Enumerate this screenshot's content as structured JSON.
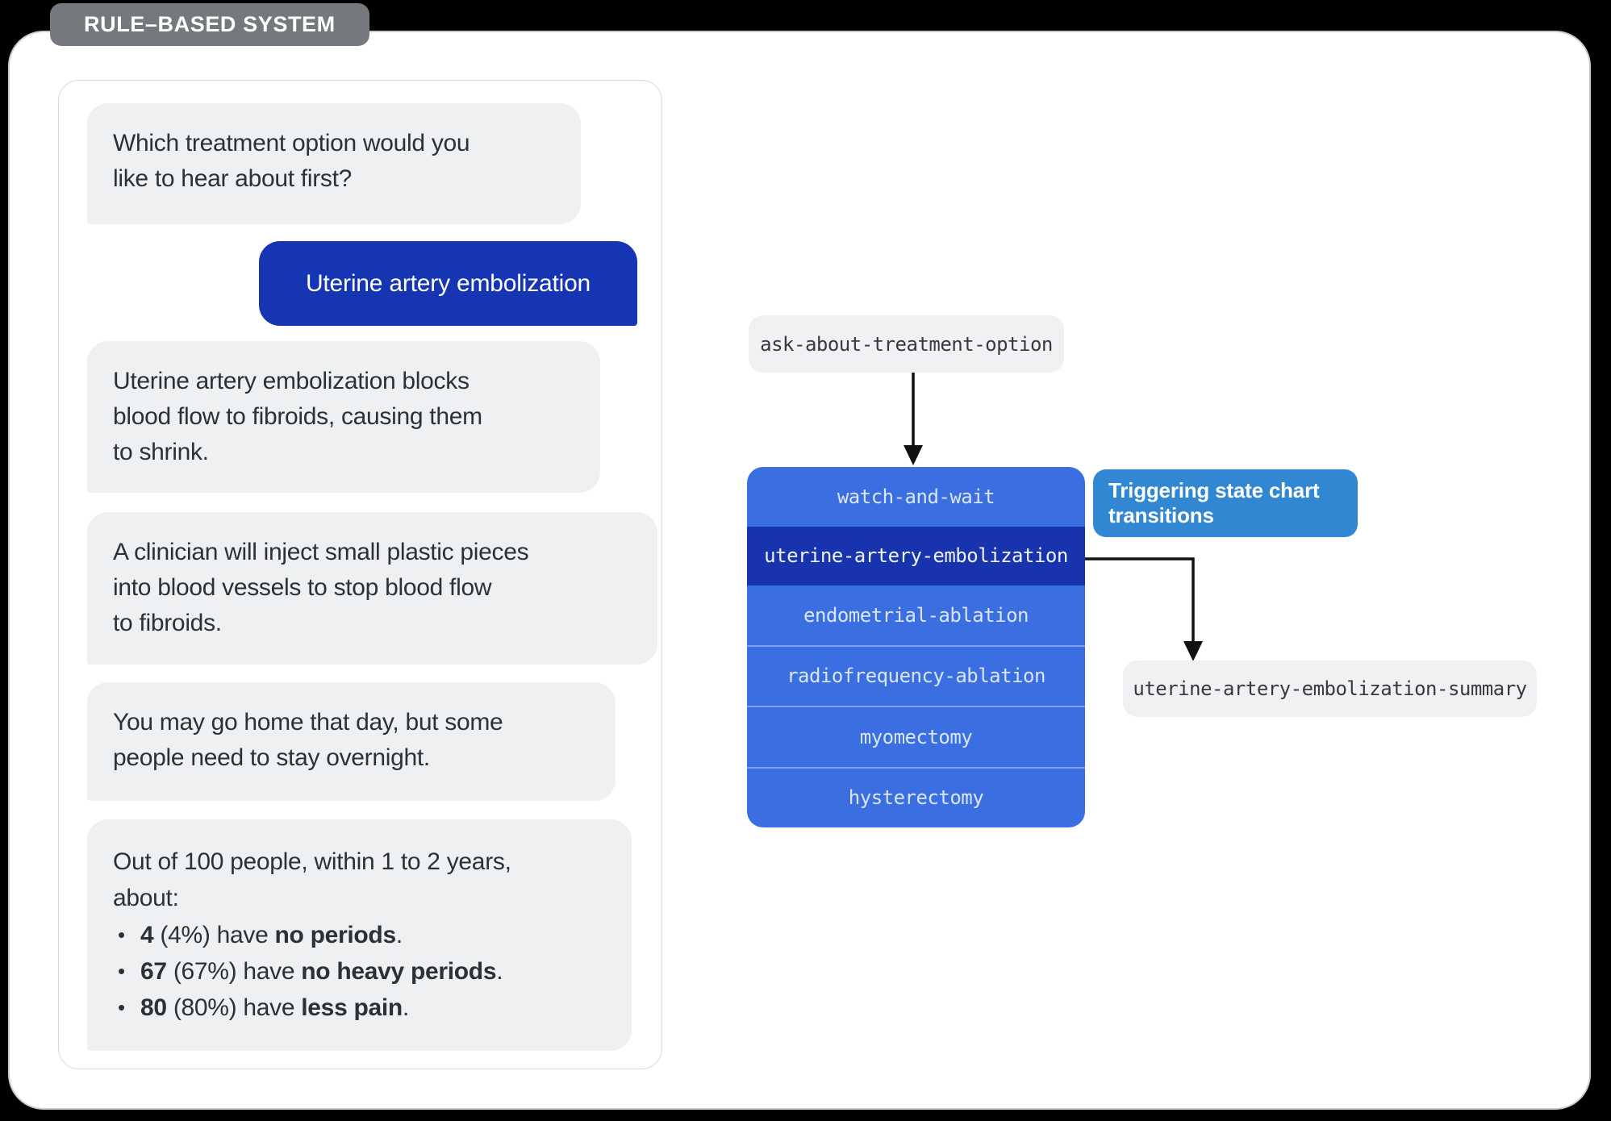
{
  "badge": {
    "label": "RULE–BASED SYSTEM"
  },
  "chat": {
    "bot_messages": [
      {
        "lines": [
          "Which treatment option would you",
          "like to hear about first?"
        ]
      },
      {
        "lines": [
          "Uterine artery embolization blocks",
          "blood flow to fibroids, causing them",
          "to shrink."
        ]
      },
      {
        "lines": [
          "A clinician will inject small plastic pieces",
          "into blood vessels to stop blood flow",
          "to fibroids."
        ]
      },
      {
        "lines": [
          "You may go home that day, but some",
          "people need to stay overnight."
        ]
      }
    ],
    "user_message": {
      "text": "Uterine artery embolization"
    },
    "stats_message": {
      "intro_lines": [
        "Out of 100 people, within 1 to 2 years,",
        "about:"
      ],
      "bullets": [
        {
          "segments": [
            {
              "text": "4",
              "bold": true
            },
            {
              "text": " (4%) have ",
              "bold": false
            },
            {
              "text": "no periods",
              "bold": true
            },
            {
              "text": ".",
              "bold": false
            }
          ]
        },
        {
          "segments": [
            {
              "text": "67",
              "bold": true
            },
            {
              "text": " (67%) have ",
              "bold": false
            },
            {
              "text": "no heavy periods",
              "bold": true
            },
            {
              "text": ".",
              "bold": false
            }
          ]
        },
        {
          "segments": [
            {
              "text": "80",
              "bold": true
            },
            {
              "text": " (80%) have ",
              "bold": false
            },
            {
              "text": "less pain",
              "bold": true
            },
            {
              "text": ".",
              "bold": false
            }
          ]
        }
      ]
    }
  },
  "statechart": {
    "start_node": "ask-about-treatment-option",
    "states": [
      {
        "label": "watch-and-wait",
        "active": false
      },
      {
        "label": "uterine-artery-embolization",
        "active": true
      },
      {
        "label": "endometrial-ablation",
        "active": false
      },
      {
        "label": "radiofrequency-ablation",
        "active": false
      },
      {
        "label": "myomectomy",
        "active": false
      },
      {
        "label": "hysterectomy",
        "active": false
      }
    ],
    "annotation": {
      "lines": [
        "Triggering state chart",
        "transitions"
      ]
    },
    "end_node": "uterine-artery-embolization-summary"
  },
  "colors": {
    "page_background": "#000000",
    "badge_gray": "#75787d",
    "bot_bubble_gray": "#eef0f2",
    "user_bubble_blue": "#1635b2",
    "state_row_blue": "#3b6fe1",
    "state_row_active_blue": "#1733ae",
    "state_row_separator": "#7fa0ef",
    "annotation_blue": "#3187d2",
    "node_pill_gray": "#f0f1f3",
    "arrow_black": "#111111",
    "text_dark": "#2e3134"
  }
}
